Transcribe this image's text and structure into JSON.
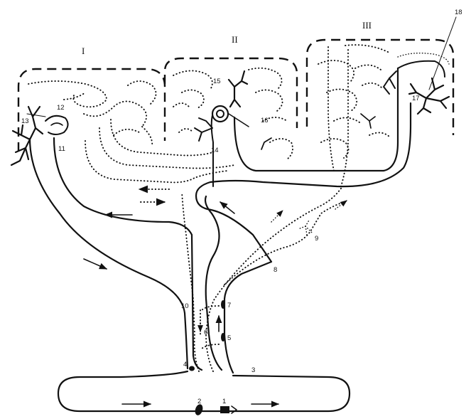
{
  "regions": {
    "r1": "I",
    "r2": "II",
    "r3": "III"
  },
  "labels": {
    "l1": "1",
    "l2": "2",
    "l3": "3",
    "l4": "4",
    "l5": "5",
    "l6": "6",
    "l7": "7",
    "l8": "8",
    "l9": "9",
    "l10": "10",
    "l11": "11",
    "l12": "12",
    "l13": "13",
    "l14": "14",
    "l15": "15",
    "l16": "16",
    "l17": "17",
    "l18": "18"
  }
}
